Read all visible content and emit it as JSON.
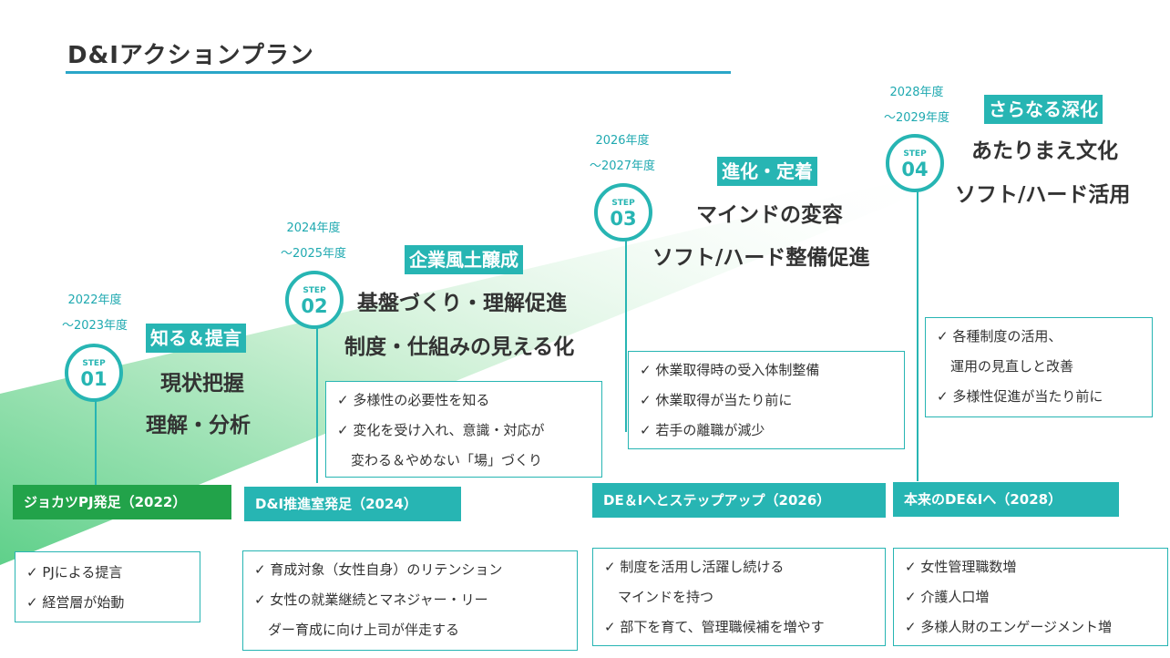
{
  "title": "D&Iアクションプラン",
  "colors": {
    "accent": "#27b5b3",
    "green": "#22a34a",
    "title_rule": "#2aa6c8"
  },
  "steps": [
    {
      "year1": "2022年度",
      "year2": "～2023年度",
      "step_label": "STEP",
      "num": "01",
      "stage": "知る＆提言",
      "lines": [
        "現状把握",
        "理解・分析"
      ],
      "checks": []
    },
    {
      "year1": "2024年度",
      "year2": "～2025年度",
      "step_label": "STEP",
      "num": "02",
      "stage": "企業風土醸成",
      "lines": [
        "基盤づくり・理解促進",
        "制度・仕組みの見える化"
      ],
      "checks": [
        "✓ 多様性の必要性を知る",
        "✓ 変化を受け入れ、意識・対応が",
        "　変わる＆やめない「場」づくり"
      ]
    },
    {
      "year1": "2026年度",
      "year2": "～2027年度",
      "step_label": "STEP",
      "num": "03",
      "stage": "進化・定着",
      "lines": [
        "マインドの変容",
        "ソフト/ハード整備促進"
      ],
      "checks": [
        "✓ 休業取得時の受入体制整備",
        "✓ 休業取得が当たり前に",
        "✓ 若手の離職が減少"
      ]
    },
    {
      "year1": "2028年度",
      "year2": "～2029年度",
      "step_label": "STEP",
      "num": "04",
      "stage": "さらなる深化",
      "lines": [
        "あたりまえ文化",
        "ソフト/ハード活用"
      ],
      "checks": [
        "✓ 各種制度の活用、",
        "　運用の見直しと改善",
        "✓ 多様性促進が当たり前に"
      ]
    }
  ],
  "milestones": [
    {
      "label": "ジョカツPJ発足（2022）",
      "items": [
        "✓ PJによる提言",
        "✓ 経営層が始動"
      ]
    },
    {
      "label": "D&I推進室発足（2024）",
      "items": [
        "✓ 育成対象（女性自身）のリテンション",
        "✓ 女性の就業継続とマネジャー・リー",
        "　ダー育成に向け上司が伴走する"
      ]
    },
    {
      "label": "DE＆Iへとステップアップ（2026）",
      "items": [
        "✓ 制度を活用し活躍し続ける",
        "　マインドを持つ",
        "✓ 部下を育て、管理職候補を増やす"
      ]
    },
    {
      "label": "本来のDE&Iへ（2028）",
      "items": [
        "✓ 女性管理職数増",
        "✓ 介護人口増",
        "✓ 多様人財のエンゲージメント増"
      ]
    }
  ]
}
